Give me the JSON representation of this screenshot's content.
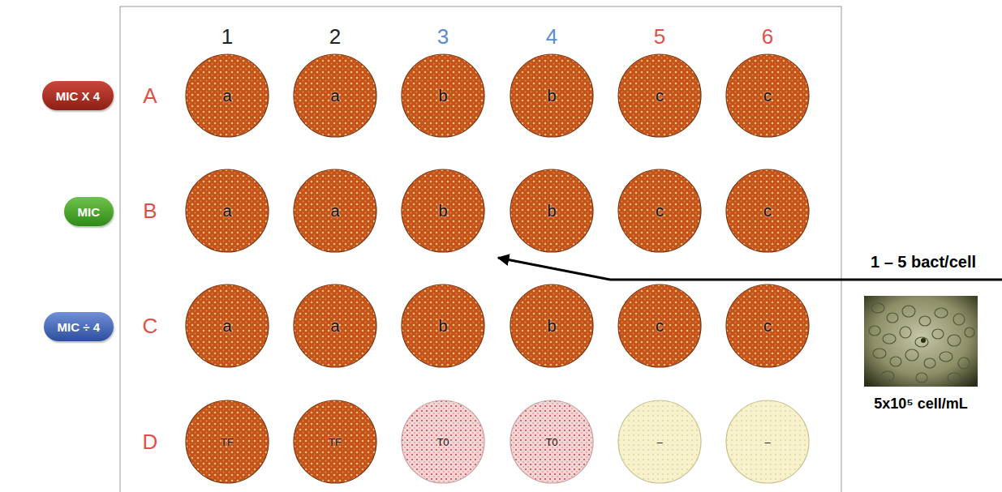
{
  "diagram": {
    "nodes": [
      {
        "text": [
          "MIC X 4"
        ]
      },
      {
        "text": [
          "a"
        ]
      },
      {
        "text": [
          "a"
        ]
      },
      {
        "text": [
          "b"
        ]
      },
      {
        "text": [
          "b"
        ]
      },
      {
        "text": [
          "c"
        ]
      },
      {
        "text": [
          "c"
        ]
      },
      {
        "text": [
          "MIC"
        ]
      },
      {
        "text": [
          "a"
        ]
      },
      {
        "text": [
          "a"
        ]
      },
      {
        "text": [
          "b"
        ]
      },
      {
        "text": [
          "b"
        ]
      },
      {
        "text": [
          "c"
        ]
      },
      {
        "text": [
          "c"
        ]
      },
      {
        "text": [
          "MIC ÷ 4"
        ]
      },
      {
        "text": [
          "a"
        ]
      },
      {
        "text": [
          "a"
        ]
      },
      {
        "text": [
          "b"
        ]
      },
      {
        "text": [
          "b"
        ]
      },
      {
        "text": [
          "c"
        ]
      },
      {
        "text": [
          "c"
        ]
      },
      {
        "text": [
          "TF"
        ]
      },
      {
        "text": [
          "TF"
        ]
      },
      {
        "text": [
          "T0"
        ]
      },
      {
        "text": [
          "T0"
        ]
      },
      {
        "text": [
          "–"
        ]
      },
      {
        "text": [
          "–"
        ]
      }
    ],
    "labels": [
      "1",
      "2",
      "3",
      "4",
      "5",
      "6",
      "A",
      "B",
      "C",
      "D",
      "1 – 5 bact/cell",
      "5x10⁵ cell/mL"
    ]
  }
}
